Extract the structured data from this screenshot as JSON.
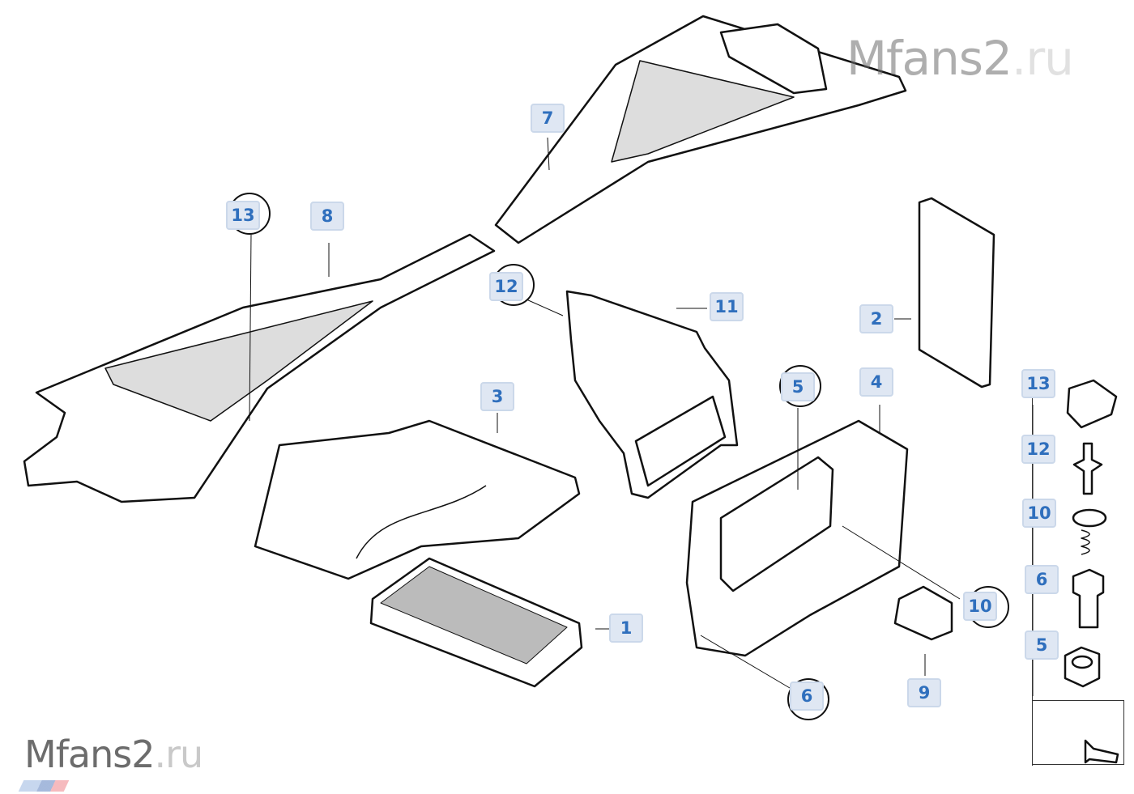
{
  "watermark": {
    "brand": "Mfans2",
    "tld": ".ru"
  },
  "callouts": {
    "p7": "7",
    "p13": "13",
    "p8": "8",
    "p12": "12",
    "p11": "11",
    "p2": "2",
    "p3": "3",
    "p5": "5",
    "p4": "4",
    "p1": "1",
    "p6": "6",
    "p9": "9",
    "p10": "10"
  },
  "legend": {
    "items": [
      {
        "label": "13"
      },
      {
        "label": "12"
      },
      {
        "label": "10"
      },
      {
        "label": "6"
      },
      {
        "label": "5"
      }
    ]
  },
  "colors": {
    "label_bg": "#dfe7f3",
    "label_text": "#2f6fbd",
    "line": "#111111"
  }
}
